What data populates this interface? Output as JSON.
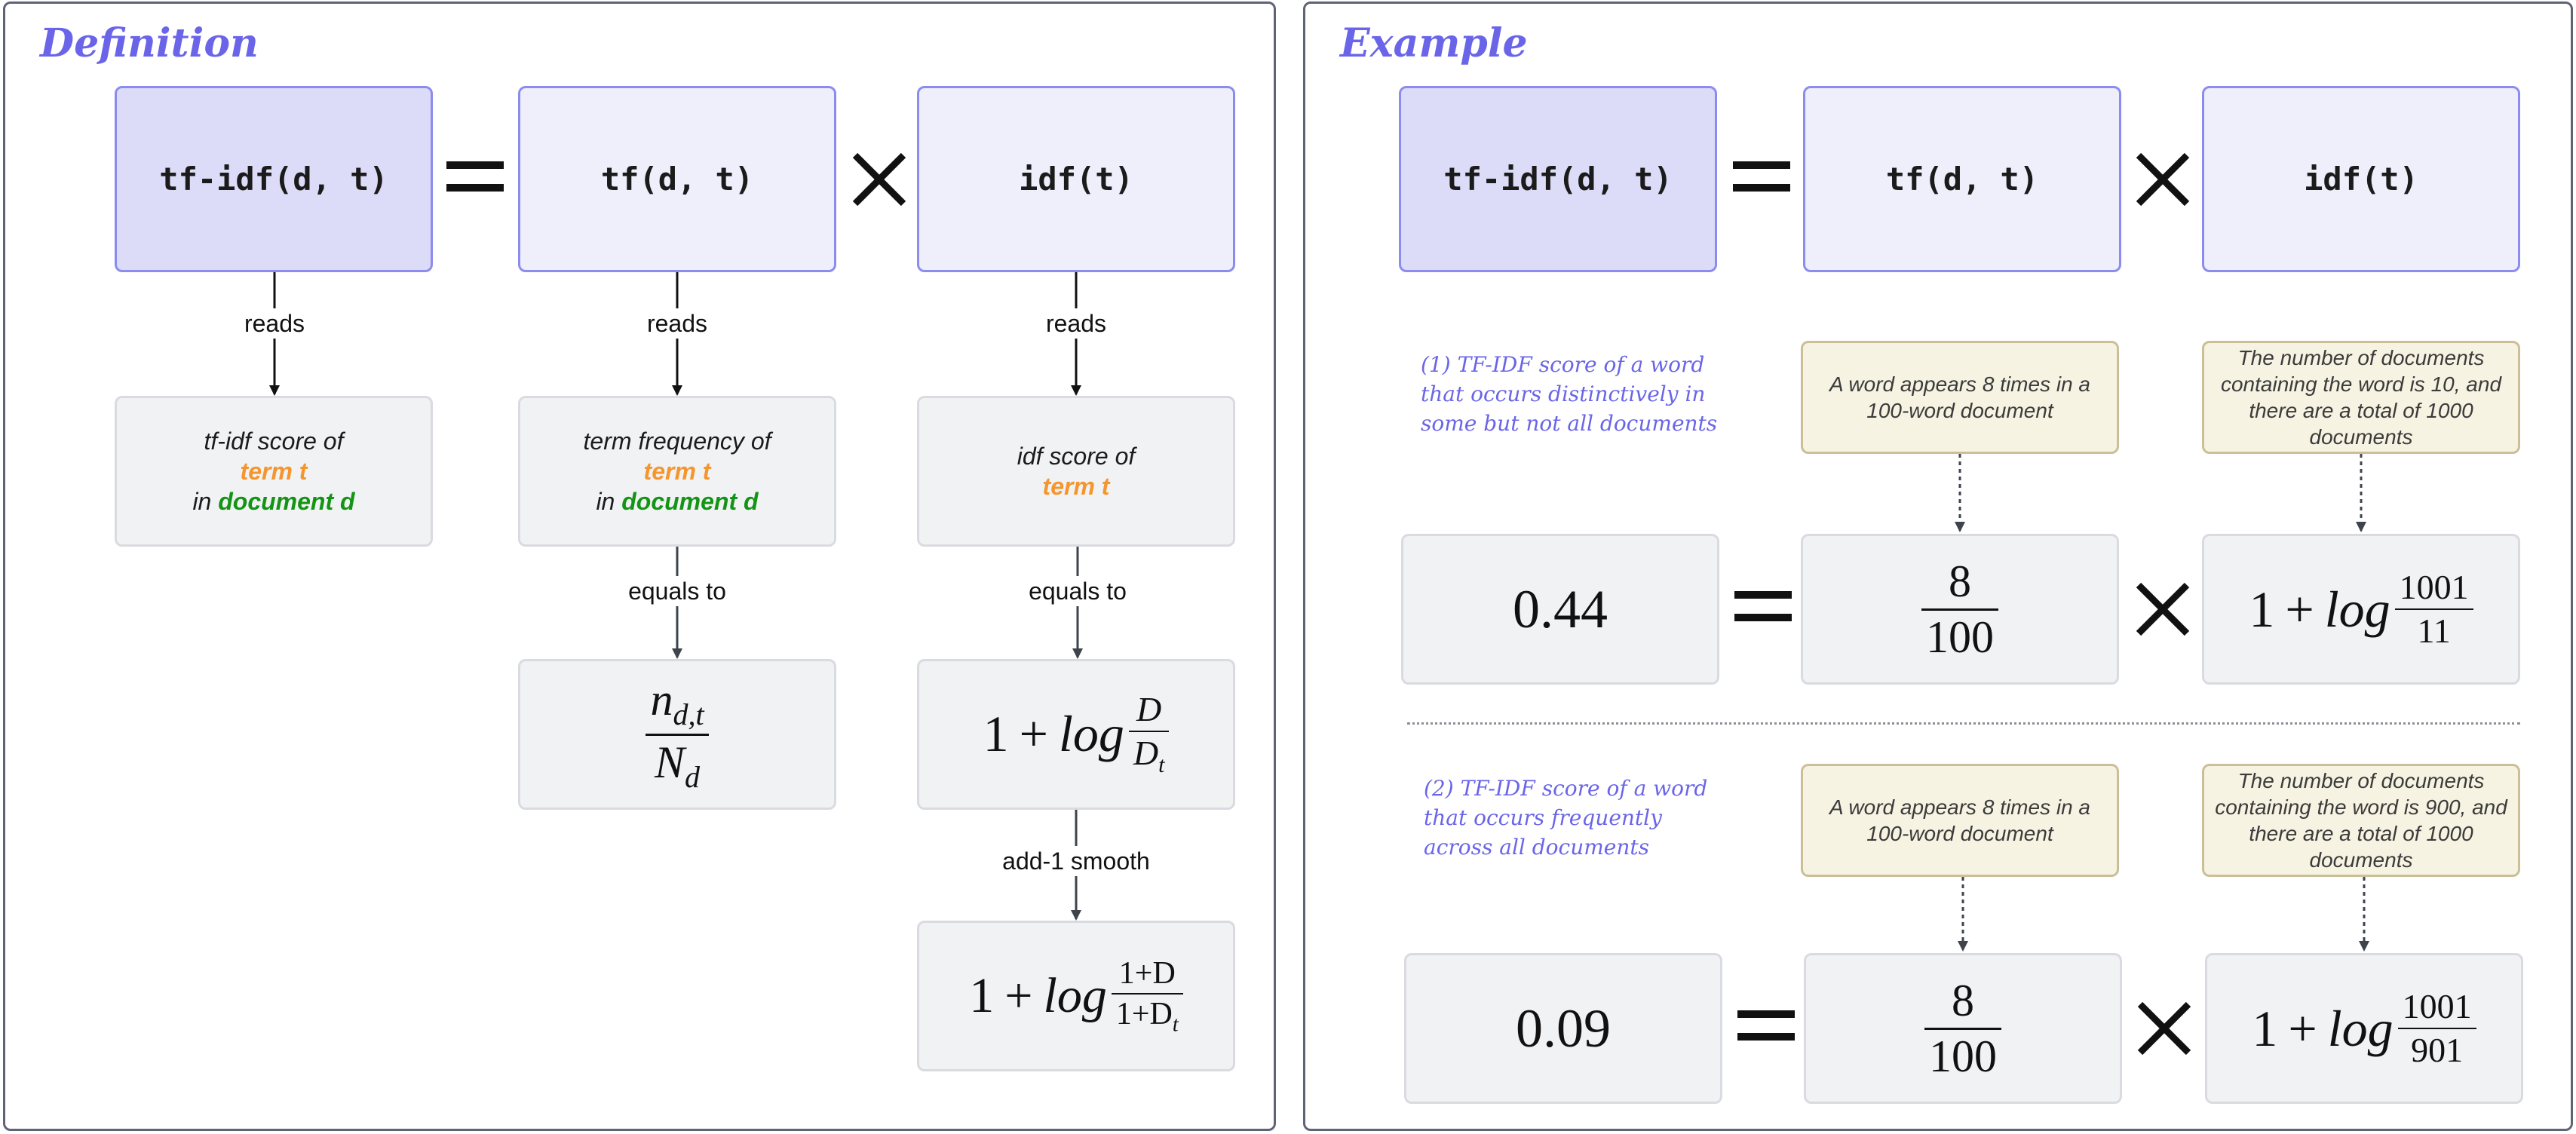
{
  "definition": {
    "title": "Definition",
    "formula": {
      "lhs": "tf-idf(d, t)",
      "tf": "tf(d, t)",
      "idf": "idf(t)"
    },
    "edge_labels": {
      "reads": "reads",
      "equals_to": "equals to",
      "smooth": "add-1 smooth"
    },
    "tfidf_desc": {
      "pre": "tf-idf score of",
      "term": "term t",
      "in": "in ",
      "doc": "document d"
    },
    "tf_desc": {
      "pre": "term frequency of",
      "term": "term t",
      "in": "in ",
      "doc": "document d"
    },
    "idf_desc": {
      "pre": "idf score of",
      "term": "term t"
    },
    "tf_formula": {
      "num": "n",
      "num_sub": "d,t",
      "den": "N",
      "den_sub": "d"
    },
    "idf_formula": {
      "one": "1",
      "plus": "+",
      "log": "log",
      "num": "D",
      "den": "D",
      "den_sub": "t"
    },
    "idf_smooth": {
      "one": "1",
      "plus": "+",
      "log": "log",
      "num": "1+D",
      "den": "1+D",
      "den_sub": "t"
    }
  },
  "example": {
    "title": "Example",
    "formula": {
      "lhs": "tf-idf(d, t)",
      "tf": "tf(d, t)",
      "idf": "idf(t)"
    },
    "cases": [
      {
        "label": "(1) TF-IDF score of a word\nthat occurs distinctively in\nsome but not all documents",
        "tf_note": "A word appears 8 times in a 100-word document",
        "idf_note": "The number of documents containing the word is 10, and there are a total of 1000 documents",
        "result": "0.44",
        "tf_num": "8",
        "tf_den": "100",
        "idf_one": "1",
        "idf_plus": "+",
        "idf_log": "log",
        "idf_num": "1001",
        "idf_den": "11"
      },
      {
        "label": "(2) TF-IDF score of a word\nthat occurs frequently\nacross all documents",
        "tf_note": "A word appears 8 times in a 100-word document",
        "idf_note": "The number of documents containing the word is 900, and there are a total of 1000 documents",
        "result": "0.09",
        "tf_num": "8",
        "tf_den": "100",
        "idf_one": "1",
        "idf_plus": "+",
        "idf_log": "log",
        "idf_num": "1001",
        "idf_den": "901"
      }
    ]
  },
  "colors": {
    "title": "#6a65e8",
    "head_fill": "#dcdcf8",
    "box_fill": "#efeffc",
    "box_border": "#8c8cee",
    "gray_fill": "#f1f2f4",
    "note_fill": "#f6f3e2",
    "term": "#f5952e",
    "document": "#149414"
  }
}
